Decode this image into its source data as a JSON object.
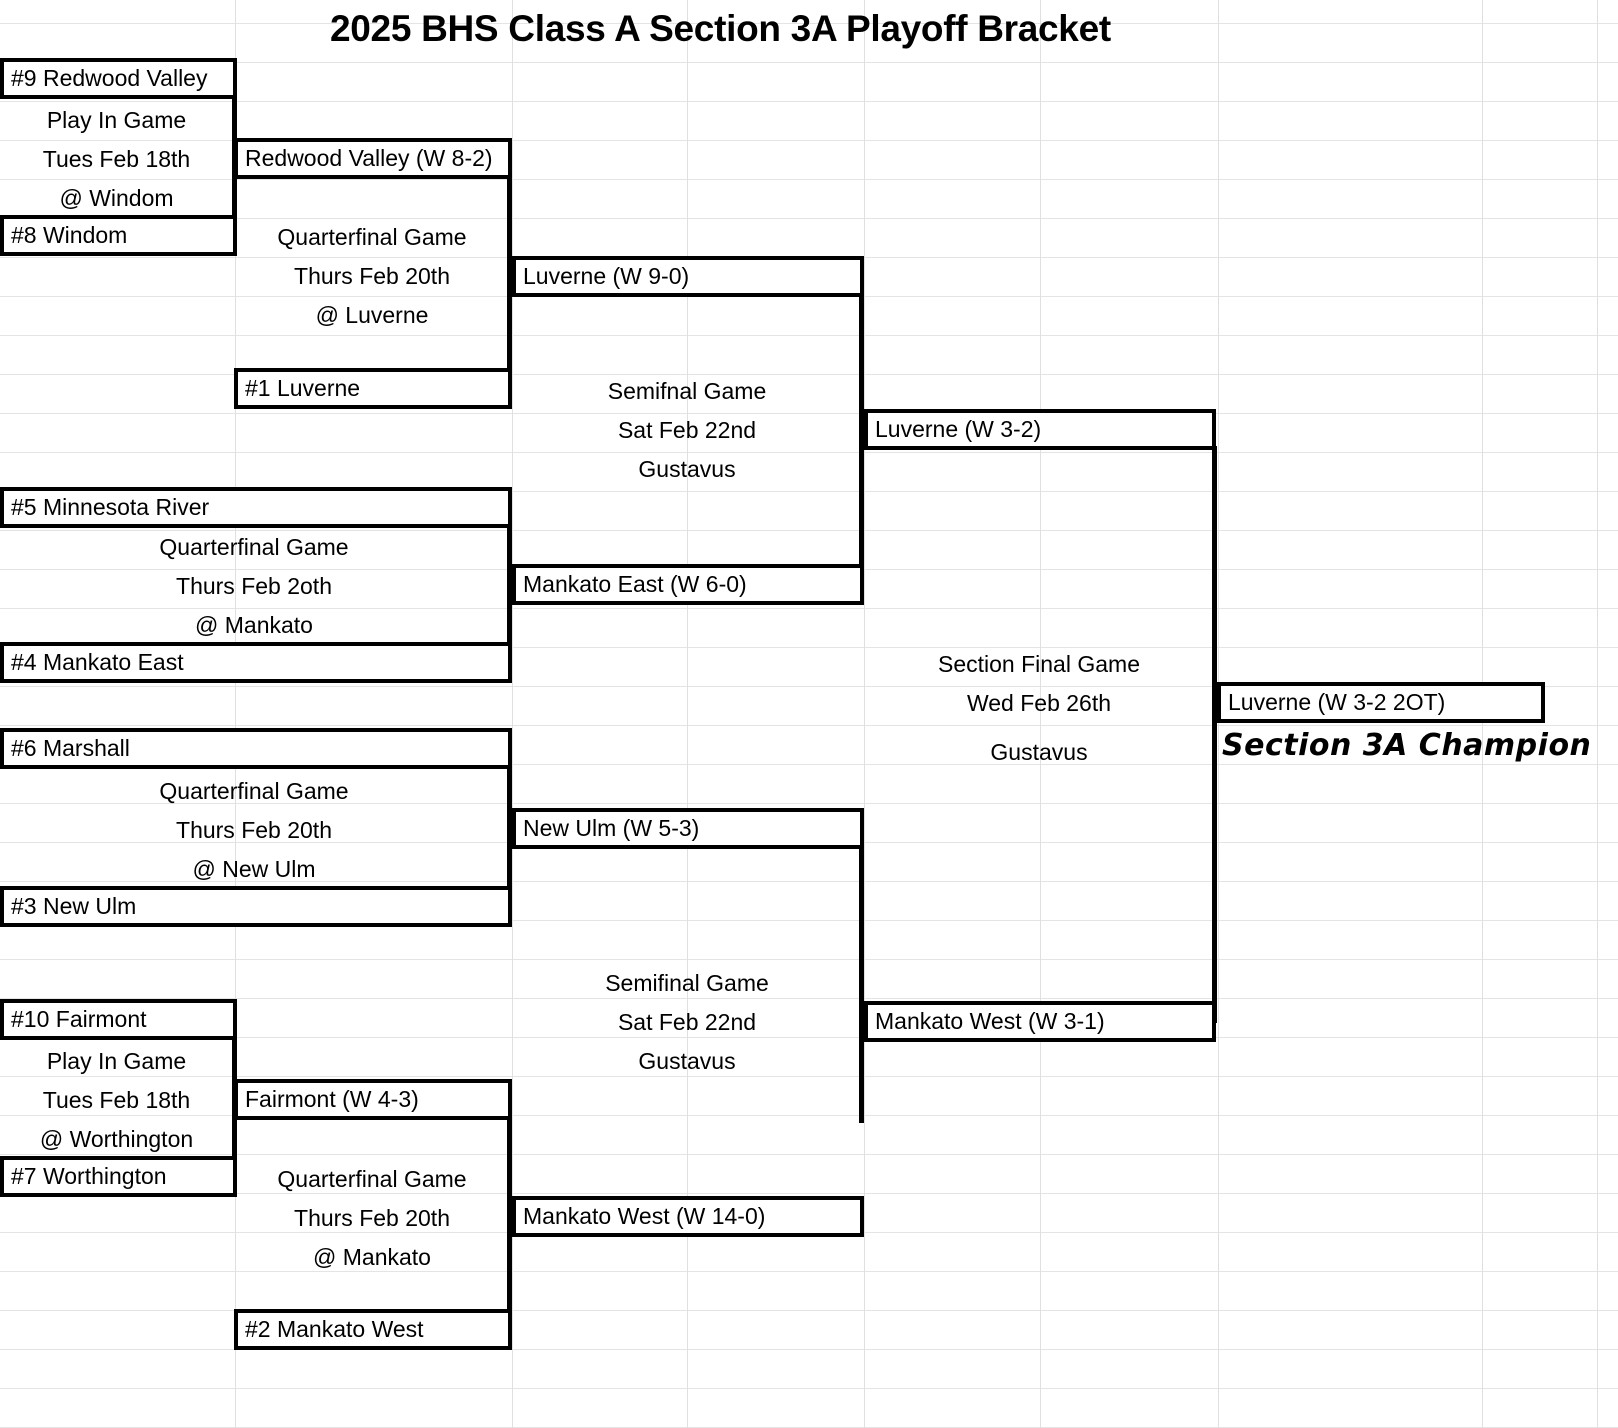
{
  "title": "2025 BHS Class A Section 3A Playoff Bracket",
  "bracket": {
    "play_in_top": {
      "team_upper": "#9 Redwood Valley",
      "team_lower": "#8 Windom",
      "label": "Play In Game",
      "date": "Tues Feb 18th",
      "site": "@ Windom",
      "winner": "Redwood Valley (W 8-2)"
    },
    "play_in_bottom": {
      "team_upper": "#10 Fairmont",
      "team_lower": "#7 Worthington",
      "label": "Play In Game",
      "date": "Tues Feb 18th",
      "site": "@ Worthington",
      "winner": "Fairmont (W 4-3)"
    },
    "quarterfinals": [
      {
        "seed_team": "#1 Luverne",
        "label": "Quarterfinal Game",
        "date": "Thurs Feb 20th",
        "site": "@ Luverne",
        "winner": "Luverne (W 9-0)"
      },
      {
        "team_upper": "#5 Minnesota River",
        "team_lower": "#4 Mankato East",
        "label": "Quarterfinal Game",
        "date": "Thurs Feb 2oth",
        "site": "@ Mankato",
        "winner": "Mankato East (W 6-0)"
      },
      {
        "team_upper": "#6 Marshall",
        "team_lower": "#3 New Ulm",
        "label": "Quarterfinal Game",
        "date": "Thurs Feb 20th",
        "site": "@ New Ulm",
        "winner": "New Ulm (W 5-3)"
      },
      {
        "seed_team": "#2 Mankato West",
        "label": "Quarterfinal Game",
        "date": "Thurs Feb 20th",
        "site": "@ Mankato",
        "winner": "Mankato West (W 14-0)"
      }
    ],
    "semifinals": [
      {
        "label": "Semifnal Game",
        "date": "Sat Feb 22nd",
        "site": "Gustavus",
        "winner": "Luverne (W 3-2)"
      },
      {
        "label": "Semifinal Game",
        "date": "Sat Feb 22nd",
        "site": "Gustavus",
        "winner": "Mankato West (W 3-1)"
      }
    ],
    "final": {
      "label": "Section Final Game",
      "date": "Wed Feb 26th",
      "site": "Gustavus",
      "winner": "Luverne (W 3-2 2OT)",
      "champion_caption": "Section 3A Champion"
    }
  }
}
